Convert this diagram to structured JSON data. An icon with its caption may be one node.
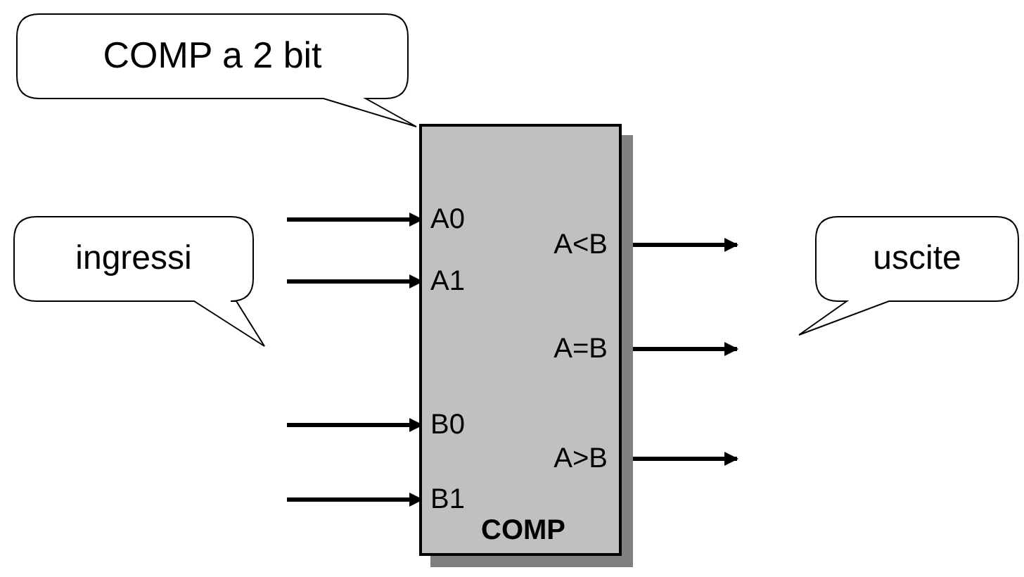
{
  "diagram": {
    "nodes": [
      {
        "text": [
          "COMP a 2 bit"
        ]
      },
      {
        "text": [
          "COMP"
        ]
      },
      {
        "text": [
          "A0"
        ],
        "in": 1
      },
      {
        "text": [
          "A1"
        ],
        "in": 1
      },
      {
        "text": [
          "B0"
        ],
        "in": 1
      },
      {
        "text": [
          "B1"
        ],
        "in": 1
      },
      {
        "text": [
          "A<B"
        ],
        "in": 1
      },
      {
        "text": [
          "A=B"
        ],
        "in": 1
      },
      {
        "text": [
          "A>B"
        ],
        "in": 1
      },
      {
        "text": [
          "ingressi"
        ]
      },
      {
        "text": [
          "uscite"
        ]
      }
    ],
    "edges": [
      {
        "from": null,
        "to": 2,
        "arrow": "to"
      },
      {
        "from": null,
        "to": 3,
        "arrow": "to"
      },
      {
        "from": null,
        "to": 4,
        "arrow": "to"
      },
      {
        "from": null,
        "to": 5,
        "arrow": "to"
      },
      {
        "from": 6,
        "to": null,
        "arrow": "to"
      },
      {
        "from": 7,
        "to": null,
        "arrow": "to"
      },
      {
        "from": 8,
        "to": null,
        "arrow": "to"
      }
    ]
  }
}
